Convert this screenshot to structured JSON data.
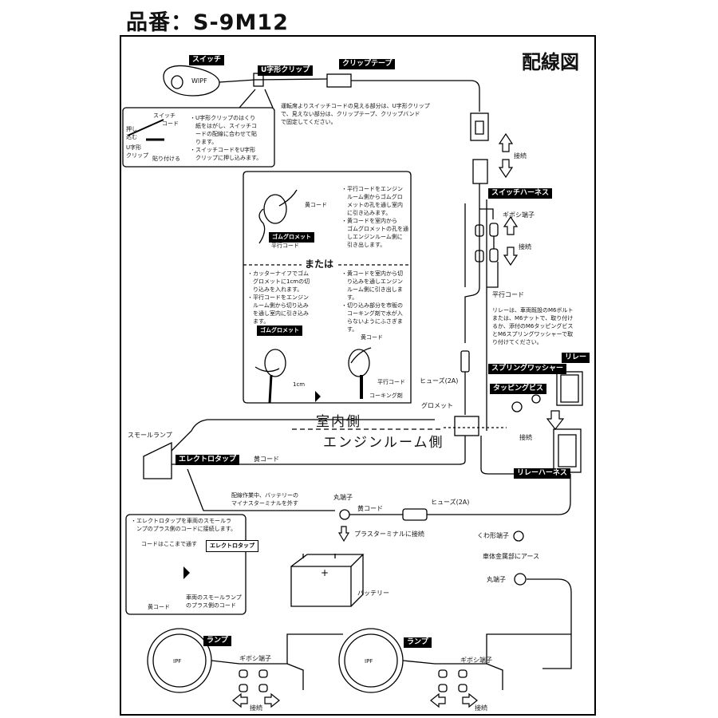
{
  "part_number": "品番：S-9M12",
  "diagram_title": "配線図",
  "tags": {
    "switch": "スイッチ",
    "u_clip": "U字形クリップ",
    "clip_tape": "クリップテープ",
    "switch_harness": "スイッチハーネス",
    "spring_washer": "スプリングワッシャー",
    "relay": "リレー",
    "tapping_screw": "タッピングビス",
    "electro_tap": "エレクトロタップ",
    "relay_harness": "リレーハーネス",
    "lamp_left": "ランプ",
    "lamp_right": "ランプ",
    "grommet_1": "ゴムグロメット",
    "grommet_2": "ゴムグロメット",
    "electro_tap_2": "エレクトロタップ"
  },
  "switch_label": "WIPF",
  "lamp_brand": "IPF",
  "notes": {
    "clip_tape_note": "運転席よりスイッチコードの見える部分は、U字形クリップ\nで、見えない部分は、クリップテープ、クリップバンド\nで固定してください。",
    "u_clip_note": "・U字形クリップのはくり\n　紙をはがし、スイッチコ\n　ードの配線に合わせて貼\n　ります。\n・スイッチコードをU字形\n　クリップに押し込みます。",
    "inset_labels": [
      "スイッチ",
      "コード",
      "押し\n込む",
      "U字形\nクリップ",
      "貼り付ける"
    ],
    "grommet_note_a": "・平行コードをエンジン\n　ルーム側からゴムグロ\n　メットの孔を通し室内\n　に引き込みます。\n・黄コードを室内から\n　ゴムグロメットの孔を通\n　しエンジンルーム側に\n　引き出します。",
    "or": "または",
    "cutter_note": "・カッターナイフでゴム\n　グロメットに1cmの切\n　り込みを入れます。\n・平行コードをエンジン\n　ルーム側から切り込み\n　を通し室内に引き込み\n　ます。",
    "yellow_note": "・黄コードを室内から切\n　り込みを通しエンジン\n　ルーム側に引き出しま\n　す。\n・切り込み部分を市販の\n　コーキング剤で水が入\n　らないようにふさぎま\n　す。",
    "relay_note": "リレーは、車両既設のM6ボルト\nまたは、M6ナットで、取り付け\nるか、添付のM6タッピングビス\nとM6スプリングワッシャーで取\nり付けてください。",
    "electro_note": "・エレクトロタップを車両のスモールラ\n　ンプのプラス側のコードに接続します。",
    "battery_note": "配線作業中、バッテリーの\nマイナスターミナルを外す"
  },
  "labels": {
    "connect_1": "接続",
    "gibosi_1": "ギボシ端子",
    "connect_2": "接続",
    "parallel_cord": "平行コード",
    "fuse_top": "ヒューズ(2A)",
    "grommet": "グロメット",
    "interior_side": "室内側",
    "engine_side": "エンジンルーム側",
    "connect_3": "接続",
    "small_lamp": "スモールランプ",
    "yellow_cord_main": "黄コード",
    "round_terminal_1": "丸端子",
    "yellow_cord_bat": "黄コード",
    "fuse_bat": "ヒューズ(2A)",
    "plus_terminal": "プラスターミナルに接続",
    "battery": "バッテリー",
    "kuwa_terminal": "くわ形端子",
    "ground": "車体金属部にアース",
    "round_terminal_2": "丸端子",
    "yellow_g1": "黄コード",
    "parallel_g1": "平行コード",
    "yellow_g2": "黄コード",
    "parallel_g2": "平行コード",
    "caulking": "コーキング剤",
    "one_cm": "1cm",
    "cord_through": "コードはここまで通す",
    "vehicle_cord": "車両のスモールランプ\nのプラス側のコード",
    "yellow_et": "黄コード",
    "gibosi_l": "ギボシ端子",
    "connect_l": "接続",
    "gibosi_r": "ギボシ端子",
    "connect_r": "接続"
  }
}
